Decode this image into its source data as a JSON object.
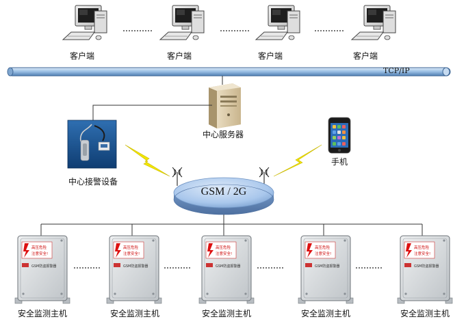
{
  "clients": {
    "label": "客户端",
    "count": 4
  },
  "network": {
    "bus_label": "TCP/IP",
    "bus_color": "#9ec2e6"
  },
  "server": {
    "label": "中心服务器"
  },
  "alarm_device": {
    "label": "中心接警设备"
  },
  "phone": {
    "label": "手机"
  },
  "gsm_cloud": {
    "label": "GSM / 2G",
    "color": "#a9c7ec"
  },
  "monitors": {
    "label": "安全监测主机",
    "count": 5,
    "screen_line1": "高压危险",
    "screen_line2": "注意安全!",
    "panel_text": "GSM防盗报警器"
  },
  "colors": {
    "lightning": "#f2e600",
    "line": "#333333"
  }
}
